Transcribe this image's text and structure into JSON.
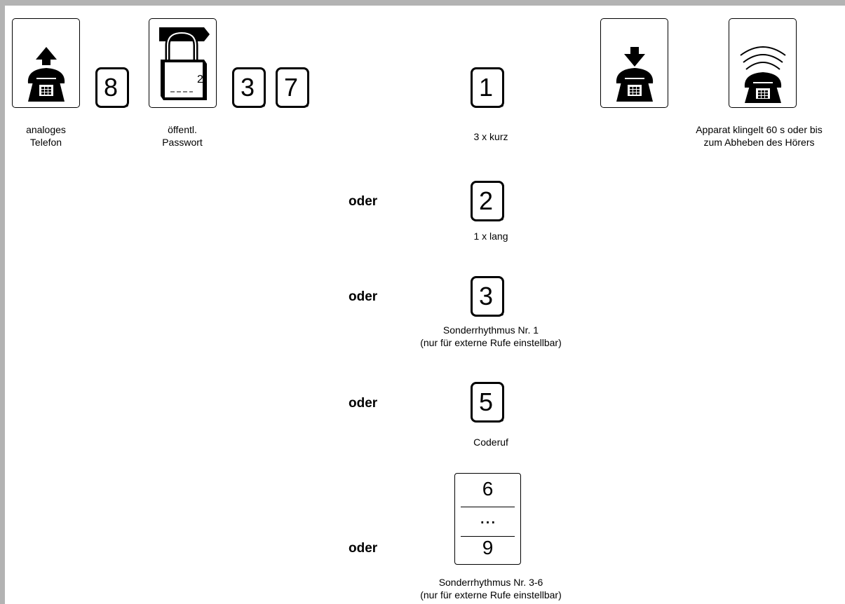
{
  "steps": {
    "lift_caption": "analoges\nTelefon",
    "key_8": "8",
    "lock_digit": "2",
    "password_caption": "öffentl.\nPasswort",
    "key_3": "3",
    "key_7": "7",
    "replace_caption": "",
    "ring_caption": "Apparat klingelt 60 s oder bis\nzum Abheben des Hörers"
  },
  "options": [
    {
      "key": "1",
      "connector": "",
      "caption": "3 x kurz"
    },
    {
      "key": "2",
      "connector": "oder",
      "caption": "1 x lang"
    },
    {
      "key": "3",
      "connector": "oder",
      "caption": "Sonderrhythmus Nr. 1\n(nur für externe Rufe einstellbar)"
    },
    {
      "key": "5",
      "connector": "oder",
      "caption": "Coderuf"
    }
  ],
  "range_option": {
    "connector": "oder",
    "top": "6",
    "middle": "...",
    "bottom": "9",
    "caption": "Sonderrhythmus Nr. 3-6\n(nur für externe Rufe einstellbar)"
  }
}
